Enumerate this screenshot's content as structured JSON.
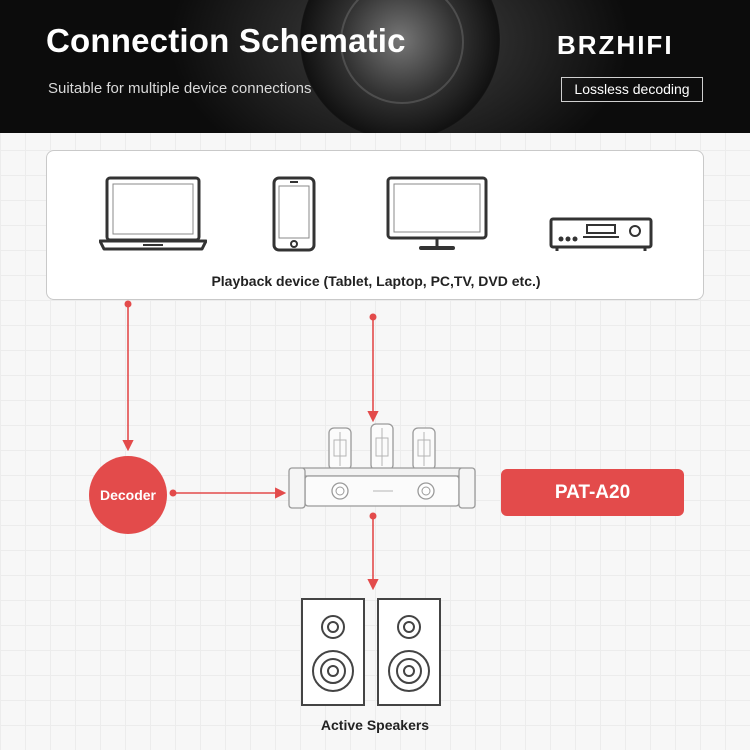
{
  "header": {
    "title": "Connection Schematic",
    "subtitle": "Suitable for multiple device connections",
    "brand": "BRZHIFI",
    "badge": "Lossless decoding"
  },
  "diagram": {
    "source_label": "Playback device (Tablet, Laptop, PC,TV,  DVD etc.)",
    "source_icons": [
      "laptop-icon",
      "phone-icon",
      "monitor-icon",
      "dvd-player-icon"
    ],
    "decoder_label": "Decoder",
    "amplifier_icon": "tube-amplifier-icon",
    "model_label": "PAT-A20",
    "output_label": "Active Speakers",
    "output_icon": "speaker-pair-icon"
  },
  "colors": {
    "accent": "#e34b4b",
    "header_bg": "#0b0b0b",
    "line": "#e34b4b"
  }
}
